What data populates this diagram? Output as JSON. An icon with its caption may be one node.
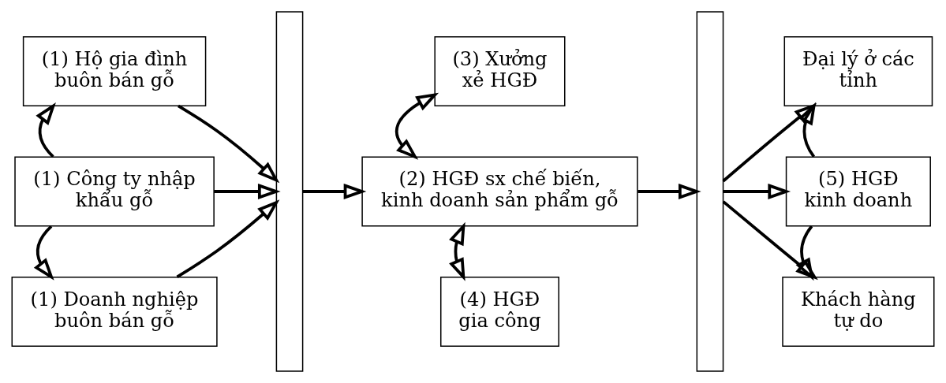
{
  "diagram": {
    "nodes": [
      {
        "text": [
          "(1) Hộ gia đình buôn bán gỗ"
        ]
      },
      {
        "text": [
          "(1) Công ty nhập khẩu gỗ"
        ]
      },
      {
        "text": [
          "(1) Doanh nghiệp buôn bán gỗ"
        ]
      },
      {
        "text": [],
        "shape": "bar"
      },
      {
        "text": [
          "(3) Xưởng xẻ HGĐ"
        ]
      },
      {
        "text": [
          "(2) HGĐ sx chế biến, kinh doanh sản phẩm gỗ"
        ]
      },
      {
        "text": [
          "(4) HGĐ gia công"
        ]
      },
      {
        "text": [],
        "shape": "bar"
      },
      {
        "text": [
          "Đại lý ở các tỉnh"
        ]
      },
      {
        "text": [
          "(5) HGĐ kinh doanh"
        ]
      },
      {
        "text": [
          "Khách hàng tự do"
        ]
      }
    ],
    "edges": [
      {
        "from": 1,
        "to": 0,
        "arrow": "to"
      },
      {
        "from": 1,
        "to": 2,
        "arrow": "to"
      },
      {
        "from": 0,
        "to": 3,
        "arrow": "to"
      },
      {
        "from": 1,
        "to": 3,
        "arrow": "to"
      },
      {
        "from": 2,
        "to": 3,
        "arrow": "to"
      },
      {
        "from": 3,
        "to": 5,
        "arrow": "to"
      },
      {
        "from": 5,
        "to": 4,
        "arrow": "both"
      },
      {
        "from": 5,
        "to": 6,
        "arrow": "both"
      },
      {
        "from": 5,
        "to": 7,
        "arrow": "to"
      },
      {
        "from": 7,
        "to": 8,
        "arrow": "to"
      },
      {
        "from": 7,
        "to": 9,
        "arrow": "to"
      },
      {
        "from": 7,
        "to": 10,
        "arrow": "to"
      },
      {
        "from": 9,
        "to": 8,
        "arrow": "to"
      },
      {
        "from": 9,
        "to": 10,
        "arrow": "to"
      }
    ]
  }
}
